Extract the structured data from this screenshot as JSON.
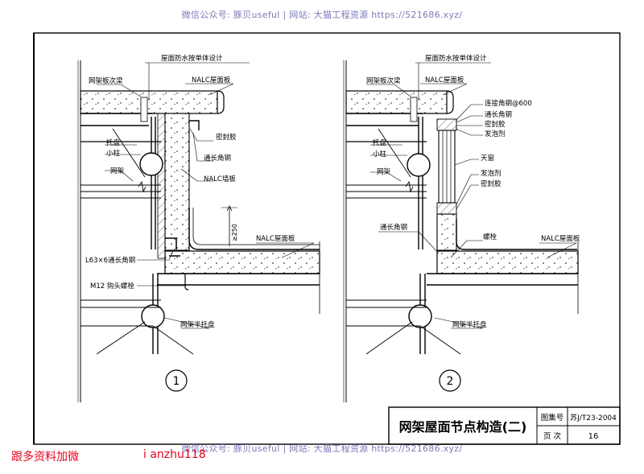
{
  "watermark": {
    "text": "微信公众号: 豚贝useful | 网站: 大猫工程资源 https://521686.xyz/"
  },
  "detail1": {
    "number": "1",
    "labels": {
      "roof_waterproof": "屋面防水按单体设计",
      "truss_purlin": "网架板次梁",
      "nalc_roof_top": "NALC屋面板",
      "sealant": "密封胶",
      "tray": "托盘",
      "small_column": "小柱",
      "continuous_angle": "通长角钢",
      "truss": "网架",
      "nalc_wall": "NALC墙板",
      "dim_250": "≥250",
      "nalc_roof_bottom": "NALC屋面板",
      "angle_l63": "L63×6通长角钢",
      "hook_bolt": "M12 钩头螺栓",
      "half_tray": "网架半托盘"
    }
  },
  "detail2": {
    "number": "2",
    "labels": {
      "roof_waterproof": "屋面防水按单体设计",
      "truss_purlin": "网架板次梁",
      "nalc_roof_top": "NALC屋面板",
      "connect_angle": "连接角钢@600",
      "continuous_angle_top": "通长角钢",
      "sealant_top": "密封胶",
      "foam_top": "发泡剂",
      "tray": "托盘",
      "small_column": "小柱",
      "truss": "网架",
      "skylight": "天窗",
      "foam_mid": "发泡剂",
      "sealant_mid": "密封胶",
      "continuous_angle_bottom": "通长角钢",
      "bolt": "螺栓",
      "nalc_roof_bottom": "NALC屋面板",
      "half_tray": "网架半托盘"
    }
  },
  "title_block": {
    "title": "网架屋面节点构造(二)",
    "atlas_label": "图集号",
    "atlas_value": "苏J/T23-2004",
    "page_label": "页  次",
    "page_value": "16"
  },
  "footer": {
    "promo_text": "跟多资料加微",
    "promo_id": "i anzhu118"
  }
}
